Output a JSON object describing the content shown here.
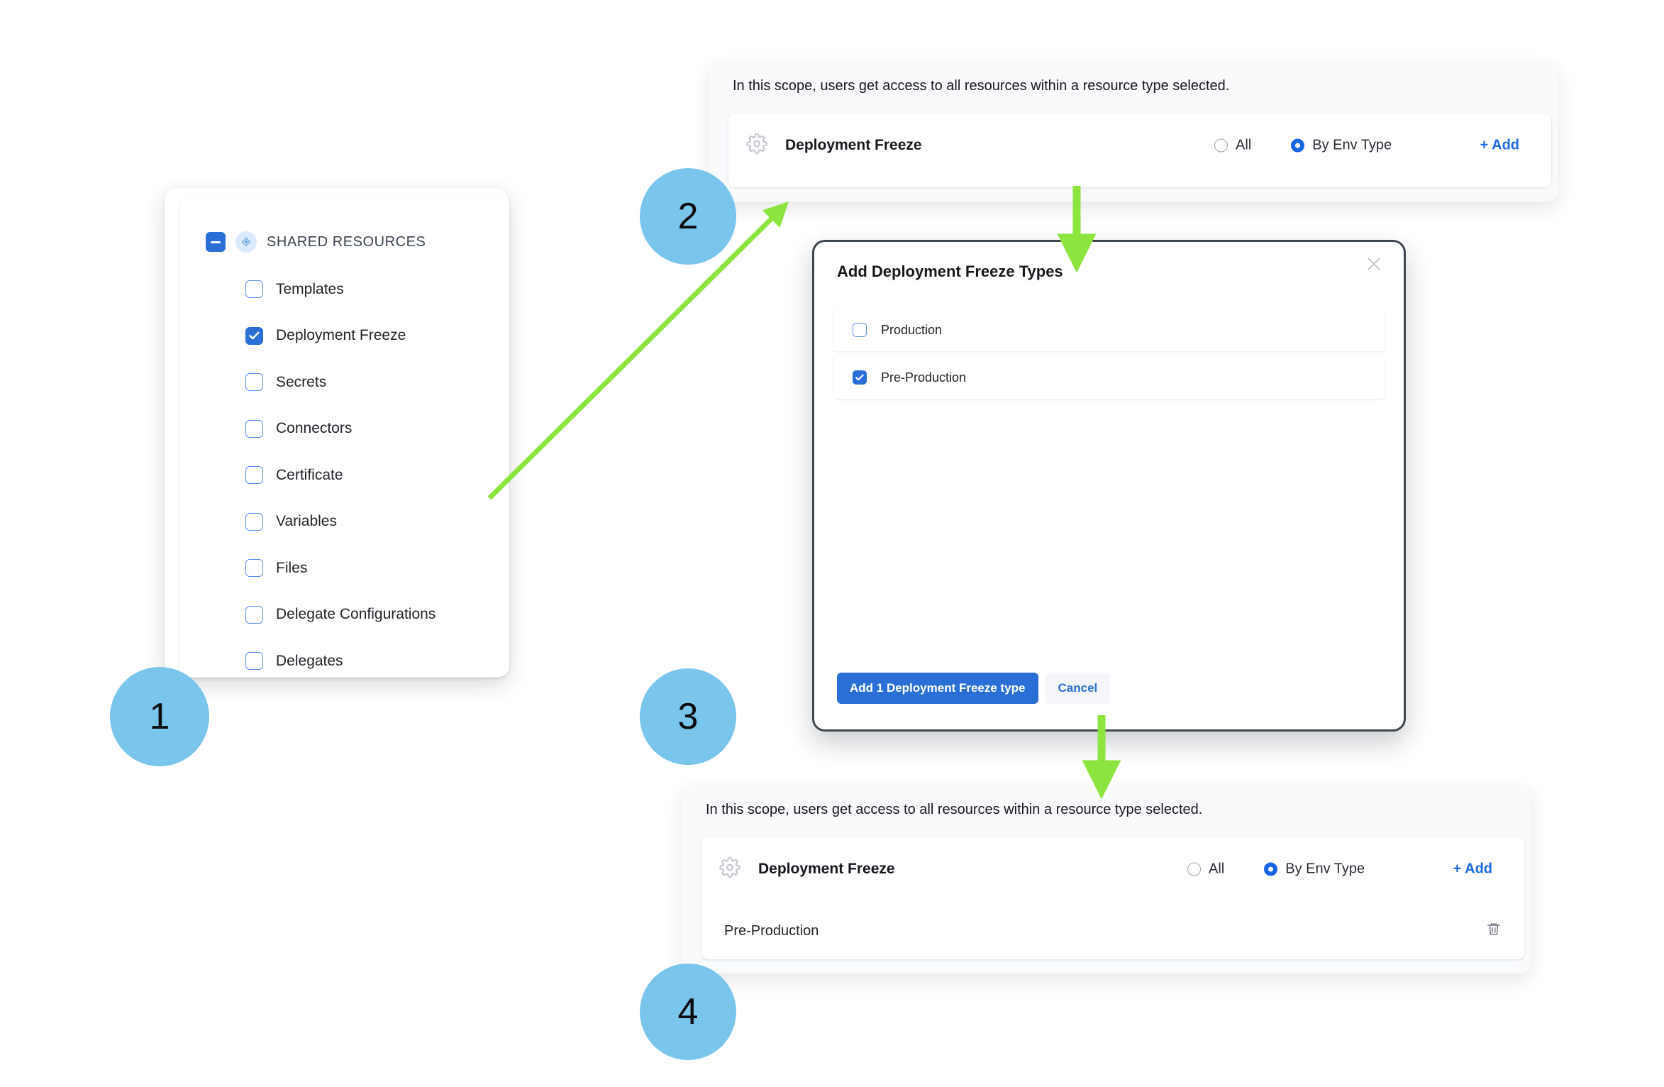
{
  "annotations": {
    "steps": [
      {
        "number": "1"
      },
      {
        "number": "2"
      },
      {
        "number": "3"
      },
      {
        "number": "4"
      }
    ],
    "arrow_color": "#8CE53F",
    "circle_color": "#79C5EC"
  },
  "resource_panel": {
    "header": {
      "label": "SHARED RESOURCES",
      "checkbox_state": "indeterminate",
      "badge_icon": "diamond-node-icon"
    },
    "items": [
      {
        "label": "Templates",
        "checked": false
      },
      {
        "label": "Deployment Freeze",
        "checked": true
      },
      {
        "label": "Secrets",
        "checked": false
      },
      {
        "label": "Connectors",
        "checked": false
      },
      {
        "label": "Certificate",
        "checked": false
      },
      {
        "label": "Variables",
        "checked": false
      },
      {
        "label": "Files",
        "checked": false
      },
      {
        "label": "Delegate Configurations",
        "checked": false
      },
      {
        "label": "Delegates",
        "checked": false
      }
    ]
  },
  "scope_panel_top": {
    "description": "In this scope, users get access to all resources within a resource type selected.",
    "resource_icon": "gear-icon",
    "resource_title": "Deployment Freeze",
    "options": [
      {
        "label": "All",
        "selected": false
      },
      {
        "label": "By Env Type",
        "selected": true
      }
    ],
    "add_label": "+ Add"
  },
  "modal": {
    "title": "Add Deployment Freeze Types",
    "close_icon": "close-icon",
    "options": [
      {
        "label": "Production",
        "checked": false
      },
      {
        "label": "Pre-Production",
        "checked": true
      }
    ],
    "primary_button": "Add 1 Deployment Freeze type",
    "secondary_button": "Cancel"
  },
  "scope_panel_bottom": {
    "description": "In this scope, users get access to all resources within a resource type selected.",
    "resource_icon": "gear-icon",
    "resource_title": "Deployment Freeze",
    "options": [
      {
        "label": "All",
        "selected": false
      },
      {
        "label": "By Env Type",
        "selected": true
      }
    ],
    "add_label": "+ Add",
    "selected_rows": [
      {
        "label": "Pre-Production",
        "delete_icon": "trash-icon"
      }
    ]
  }
}
